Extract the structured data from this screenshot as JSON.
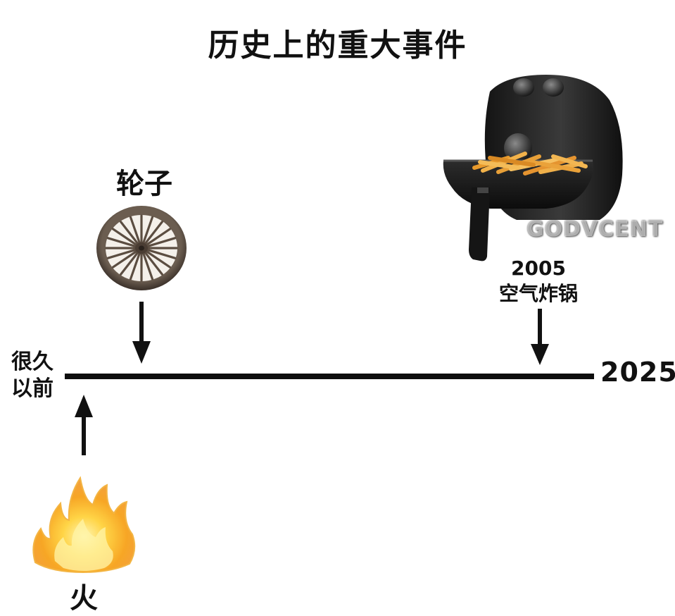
{
  "title": "历史上的重大事件",
  "timeline": {
    "start_label_line1": "很久",
    "start_label_line2": "以前",
    "end_label": "2025"
  },
  "events": [
    {
      "label": "火",
      "icon": "fire-icon"
    },
    {
      "label": "轮子",
      "icon": "wheel-icon"
    },
    {
      "year": "2005",
      "label": "空气炸锅",
      "icon": "air-fryer-icon"
    }
  ],
  "watermark": "GODVCENT",
  "colors": {
    "line": "#0e0e0e",
    "text": "#111111",
    "background": "#ffffff"
  }
}
